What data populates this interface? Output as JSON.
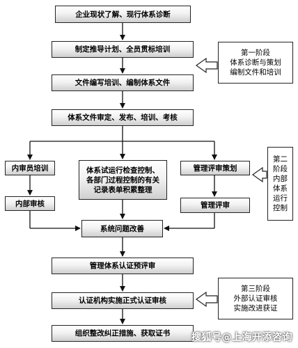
{
  "boxes": {
    "s1": "企业现状了解、现行体系诊断",
    "s2": "制定推导计划、全员贯标培训",
    "s3": "文件编写培训、编制体系文件",
    "s4": "体系文件审定、发布、培训、考核",
    "internal_auditor_training": "内审员培训",
    "trial_run": [
      "体系试运行检查控制、",
      "各部门过程控制的有关",
      "记录表单积累整理"
    ],
    "mgmt_review_planning": "管理评审策划",
    "internal_audit": "内部审核",
    "mgmt_review": "管理评审",
    "improvement": "系统问题改善",
    "pre_assessment": "管理体系认证预评审",
    "cert_audit": "认证机构实施正式认证审核",
    "final": "组织整改纠正措施、获取证书"
  },
  "phases": {
    "phase1": [
      "第一阶段",
      "体系诊断与策划",
      "编制文件和培训"
    ],
    "phase2": [
      "第二",
      "阶段",
      "内部",
      "体系",
      "运行",
      "控制"
    ],
    "phase3": [
      "第三阶段",
      "外部认证审核",
      "实施改进获证"
    ]
  },
  "watermark": "搜狐号@上海开添咨询"
}
